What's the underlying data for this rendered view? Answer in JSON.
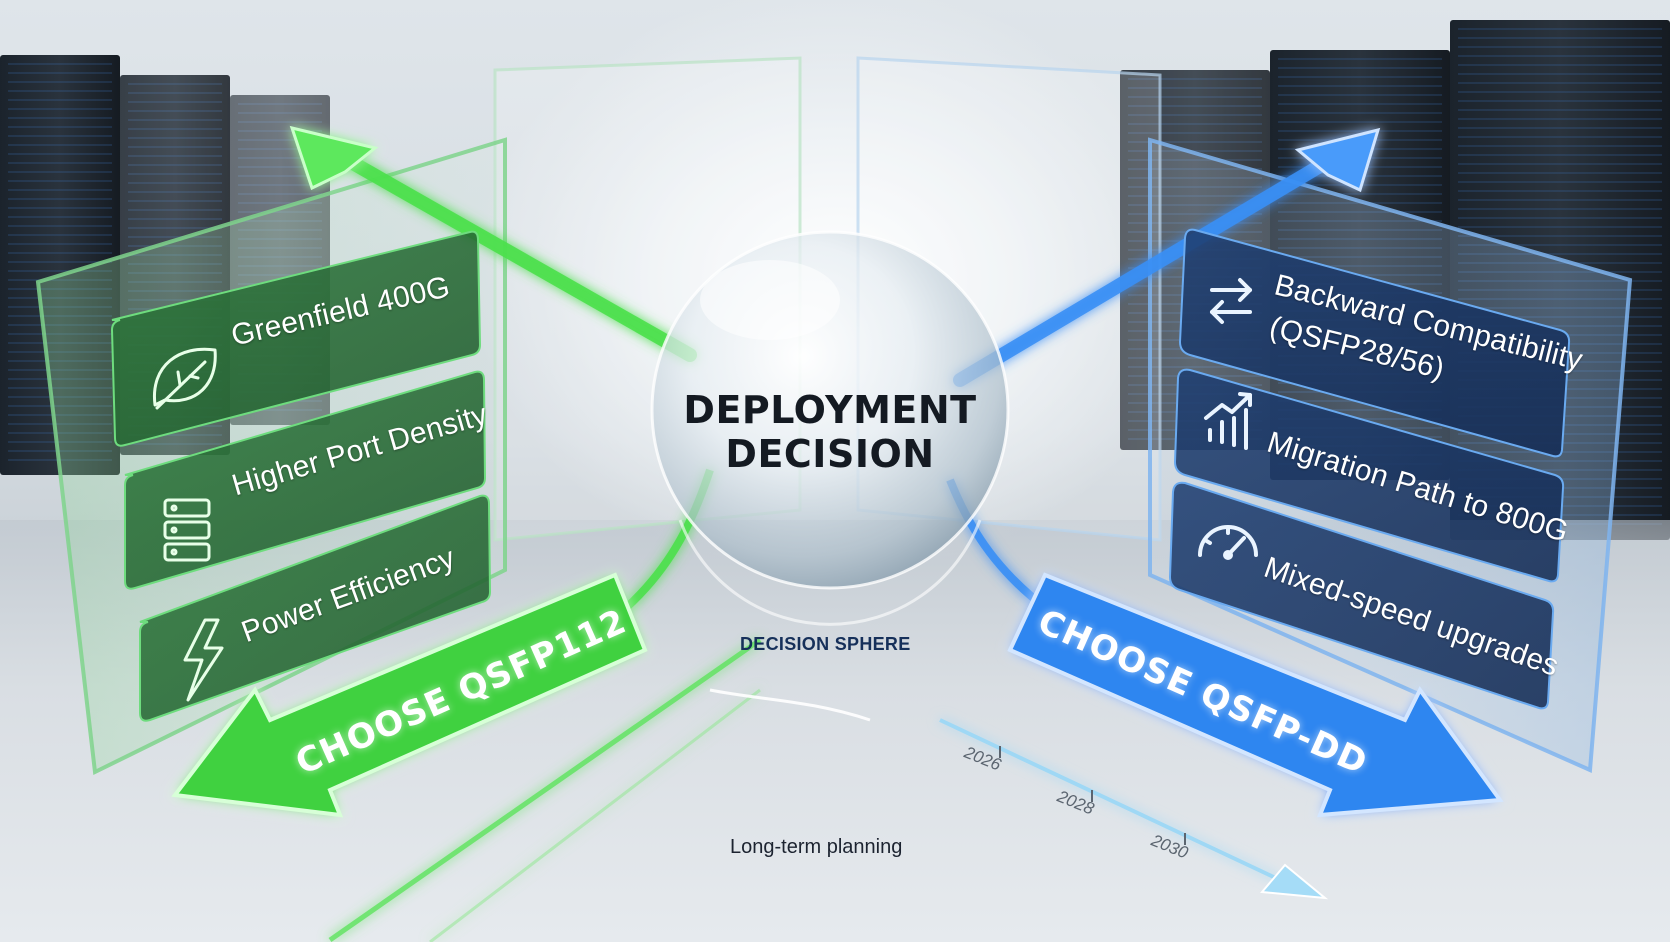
{
  "center": {
    "title_line1": "DEPLOYMENT",
    "title_line2": "DECISION",
    "sphere_caption": "DECISION SPHERE",
    "bottom_caption": "Long-term planning"
  },
  "left_panel": {
    "accent_color": "#3fd13f",
    "arrow_label": "CHOOSE QSFP112",
    "items": [
      {
        "label": "Greenfield 400G",
        "icon": "leaf-icon"
      },
      {
        "label": "Higher Port Density",
        "icon": "server-stack-icon"
      },
      {
        "label": "Power Efficiency",
        "icon": "lightning-icon"
      }
    ]
  },
  "right_panel": {
    "accent_color": "#2f86f0",
    "arrow_label": "CHOOSE QSFP-DD",
    "items": [
      {
        "label_line1": "Backward Compatibility",
        "label_line2": "(QSFP28/56)",
        "icon": "swap-arrows-icon"
      },
      {
        "label_line1": "Migration Path to 800G",
        "label_line2": "",
        "icon": "growth-chart-icon"
      },
      {
        "label_line1": "Mixed-speed upgrades",
        "label_line2": "",
        "icon": "speedometer-icon"
      }
    ]
  },
  "timeline": {
    "years": [
      "2026",
      "2028",
      "2030"
    ]
  }
}
